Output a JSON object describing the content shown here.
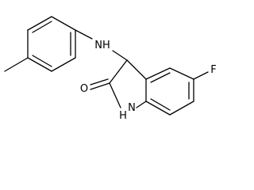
{
  "molecule": {
    "atom_labels": {
      "amine_nh": "NH",
      "fluorine": "F",
      "carbonyl_oxygen": "O",
      "lactam_nh": "H",
      "lactam_n": "N"
    }
  }
}
